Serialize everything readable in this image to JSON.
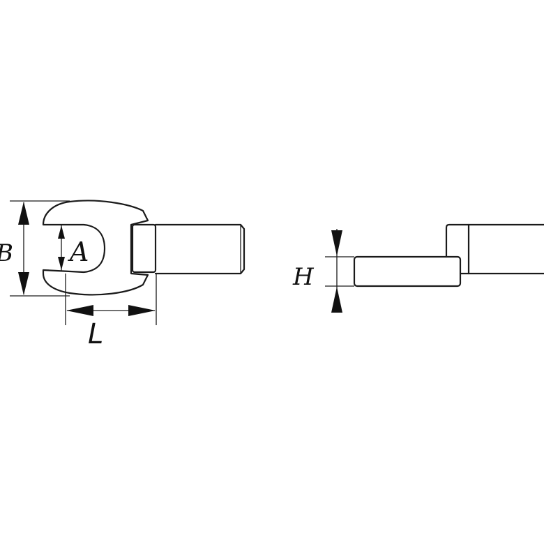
{
  "labels": {
    "b": "B",
    "a": "A",
    "l": "L",
    "h": "H"
  }
}
